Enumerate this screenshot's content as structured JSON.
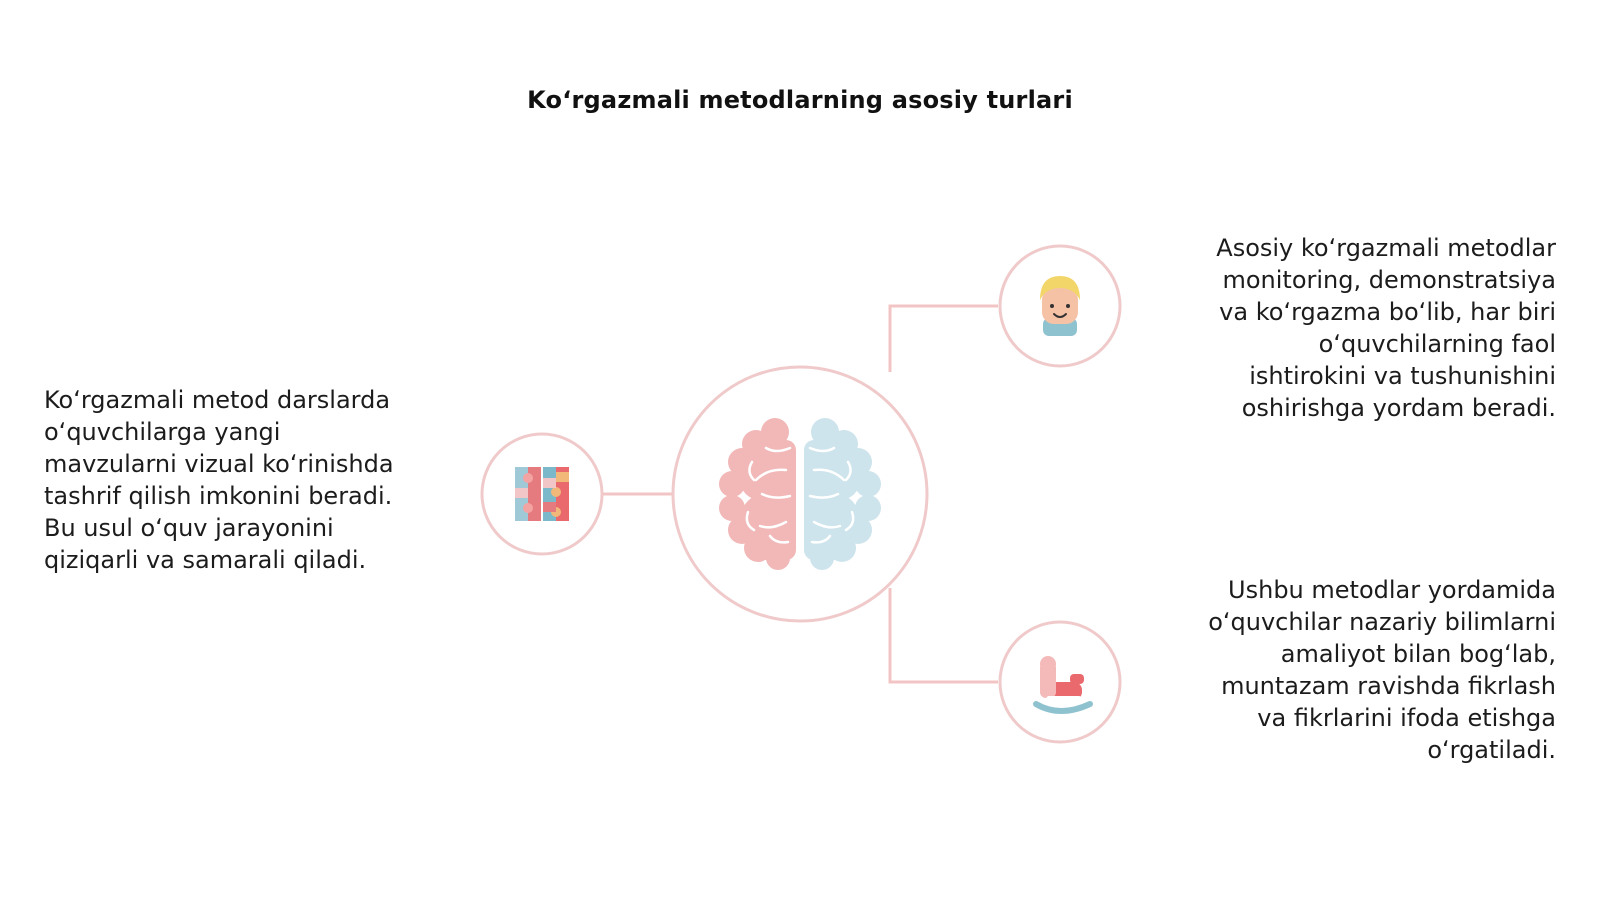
{
  "slide": {
    "title": "Koʻrgazmali metodlarning asosiy turlari"
  },
  "left_text": {
    "lines": [
      "Koʻrgazmali metod darslarda",
      "oʻquvchilarga yangi",
      "mavzularni vizual koʻrinishda",
      "tashrif qilish imkonini beradi.",
      "Bu usul oʻquv jarayonini",
      "qiziqarli va samarali qiladi."
    ]
  },
  "right_top_text": {
    "lines": [
      "Asosiy koʻrgazmali metodlar",
      "monitoring, demonstratsiya",
      "va koʻrgazma boʻlib, har biri",
      "oʻquvchilarning faol",
      "ishtirokini va tushunishini",
      "oshirishga yordam beradi."
    ]
  },
  "right_bottom_text": {
    "lines": [
      "Ushbu metodlar yordamida",
      "oʻquvchilar nazariy bilimlarni",
      "amaliyot bilan bogʻlab,",
      "muntazam ravishda fikrlash",
      "va fikrlarini ifoda etishga",
      "oʻrgatiladi."
    ]
  },
  "icons": {
    "center": "brain-icon",
    "left": "puzzle-icon",
    "right_top": "child-face-icon",
    "right_bottom": "rocking-horse-icon"
  },
  "colors": {
    "connector": "#f2c4c4",
    "circle_stroke": "#f0caca",
    "brain_left": "#f2b8b8",
    "brain_right": "#cde4ec"
  }
}
